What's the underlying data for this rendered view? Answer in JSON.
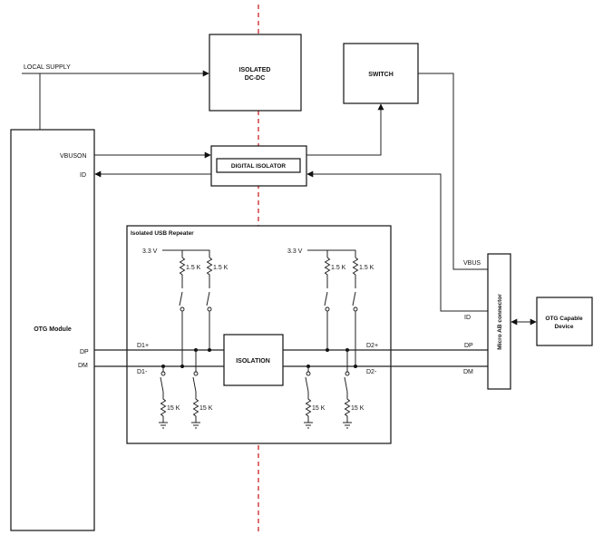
{
  "blocks": {
    "local_supply": "LOCAL SUPPLY",
    "isolated_dcdc_line1": "ISOLATED",
    "isolated_dcdc_line2": "DC-DC",
    "switch": "SWITCH",
    "digital_isolator": "DIGITAL ISOLATOR",
    "otg_module": "OTG Module",
    "repeater_title": "Isolated USB Repeater",
    "isolation": "ISOLATION",
    "connector": "Micro AB connector",
    "otg_device_line1": "OTG Capable",
    "otg_device_line2": "Device"
  },
  "signals": {
    "vbuson": "VBUSON",
    "id_left": "ID",
    "dp_left": "DP",
    "dm_left": "DM",
    "d1p": "D1+",
    "d1m": "D1-",
    "d2p": "D2+",
    "d2m": "D2-",
    "vbus": "VBUS",
    "id_right": "ID",
    "dp_right": "DP",
    "dm_right": "DM"
  },
  "components": {
    "supply_left": "3.3 V",
    "supply_right": "3.3 V",
    "pullup_1": "1.5 K",
    "pullup_2": "1.5 K",
    "pullup_3": "1.5 K",
    "pullup_4": "1.5 K",
    "pulldown_1": "15 K",
    "pulldown_2": "15 K",
    "pulldown_3": "15 K",
    "pulldown_4": "15 K"
  },
  "colors": {
    "isolation_barrier": "#cc2222",
    "lines": "#222222"
  }
}
